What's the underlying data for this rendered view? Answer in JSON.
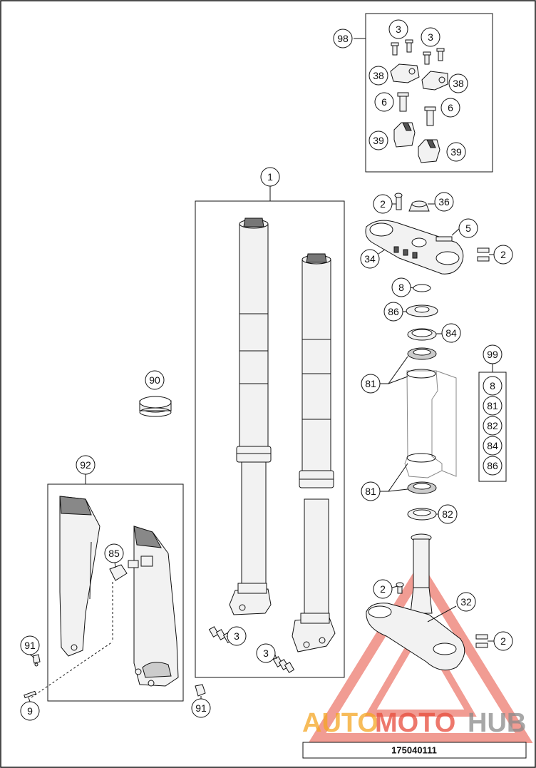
{
  "diagram": {
    "document_number": "175040111",
    "callouts": {
      "c98": "98",
      "c3a": "3",
      "c3b": "3",
      "c38a": "38",
      "c38b": "38",
      "c6a": "6",
      "c6b": "6",
      "c39a": "39",
      "c39b": "39",
      "c1": "1",
      "c2a": "2",
      "c36": "36",
      "c5": "5",
      "c34": "34",
      "c2b": "2",
      "c8a": "8",
      "c86a": "86",
      "c84a": "84",
      "c99": "99",
      "c8b": "8",
      "c81b": "81",
      "c82b": "82",
      "c84b": "84",
      "c86b": "86",
      "c81a": "81",
      "c81c": "81",
      "c82a": "82",
      "c90": "90",
      "c92": "92",
      "c85": "85",
      "c91a": "91",
      "c9": "9",
      "c3c": "3",
      "c3d": "3",
      "c91b": "91",
      "c2c": "2",
      "c32": "32",
      "c2d": "2"
    }
  },
  "watermark": {
    "part1": "AUTO",
    "part2": "MOTO",
    "part3": "HUB"
  },
  "colors": {
    "line": "#111111",
    "part_fill": "#f2f2f2",
    "part_dark": "#555555",
    "wm_orange": "#f5a623",
    "wm_red": "#e74c3c",
    "wm_grey": "#8a8a8a"
  }
}
